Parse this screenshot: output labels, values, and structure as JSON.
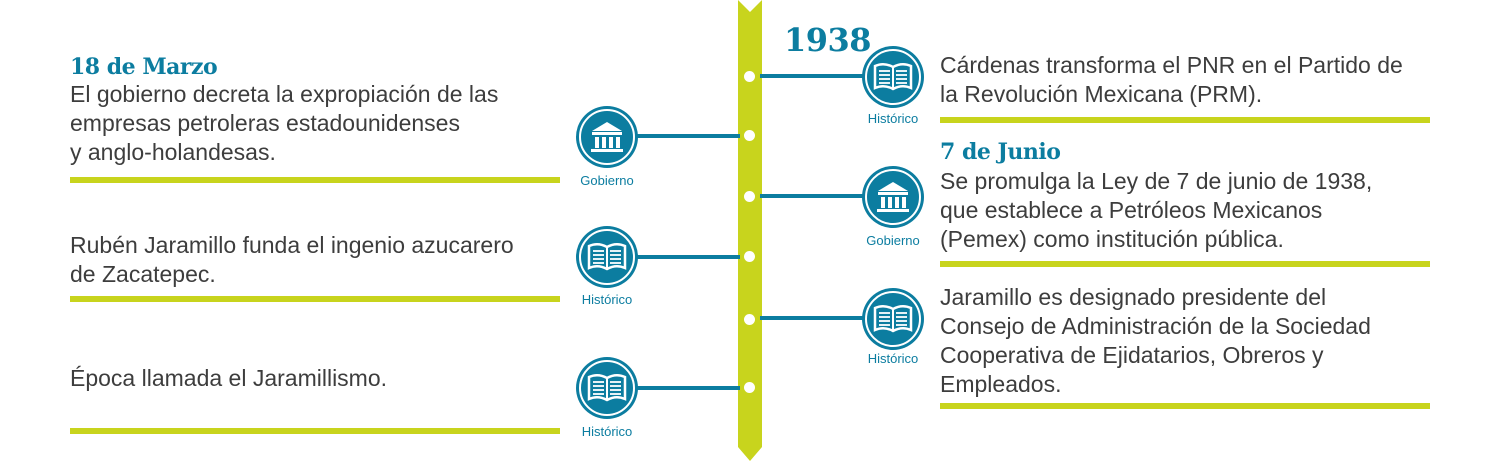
{
  "year": "1938",
  "colors": {
    "accent": "#0c7da0",
    "lime": "#c8d41d",
    "text": "#3d3d3d"
  },
  "left": [
    {
      "date": "18 de Marzo",
      "text": [
        "El gobierno decreta la expropiación de las",
        "empresas petroleras estadounidenses",
        "y anglo-holandesas."
      ],
      "category": "Gobierno",
      "icon": "government-building-icon"
    },
    {
      "date": "",
      "text": [
        "Rubén Jaramillo funda el ingenio azucarero",
        "de Zacatepec."
      ],
      "category": "Histórico",
      "icon": "open-book-icon"
    },
    {
      "date": "",
      "text": [
        "Época llamada el Jaramillismo."
      ],
      "category": "Histórico",
      "icon": "open-book-icon"
    }
  ],
  "right": [
    {
      "date": "",
      "text": [
        "Cárdenas transforma el PNR en el Partido de",
        "la Revolución Mexicana (PRM)."
      ],
      "category": "Histórico",
      "icon": "open-book-icon"
    },
    {
      "date": "7 de Junio",
      "text": [
        "Se promulga la Ley de 7 de junio de 1938,",
        "que establece a Petróleos Mexicanos",
        "(Pemex) como institución pública."
      ],
      "category": "Gobierno",
      "icon": "government-building-icon"
    },
    {
      "date": "",
      "text": [
        "Jaramillo es designado presidente del",
        "Consejo de Administración de la Sociedad",
        "Cooperativa de Ejidatarios, Obreros y",
        "Empleados."
      ],
      "category": "Histórico",
      "icon": "open-book-icon"
    }
  ]
}
